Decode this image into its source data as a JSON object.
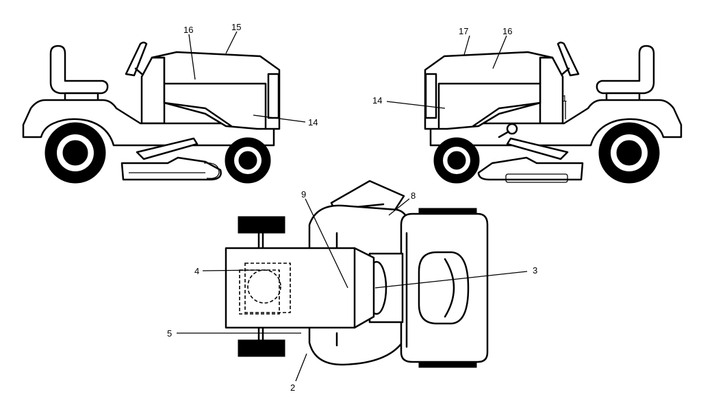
{
  "diagram": {
    "left_view_callouts": [
      "16",
      "15",
      "14"
    ],
    "right_view_callouts": [
      "17",
      "16",
      "14",
      "1"
    ],
    "top_view_callouts": [
      "9",
      "8",
      "4",
      "3",
      "5",
      "2"
    ]
  }
}
